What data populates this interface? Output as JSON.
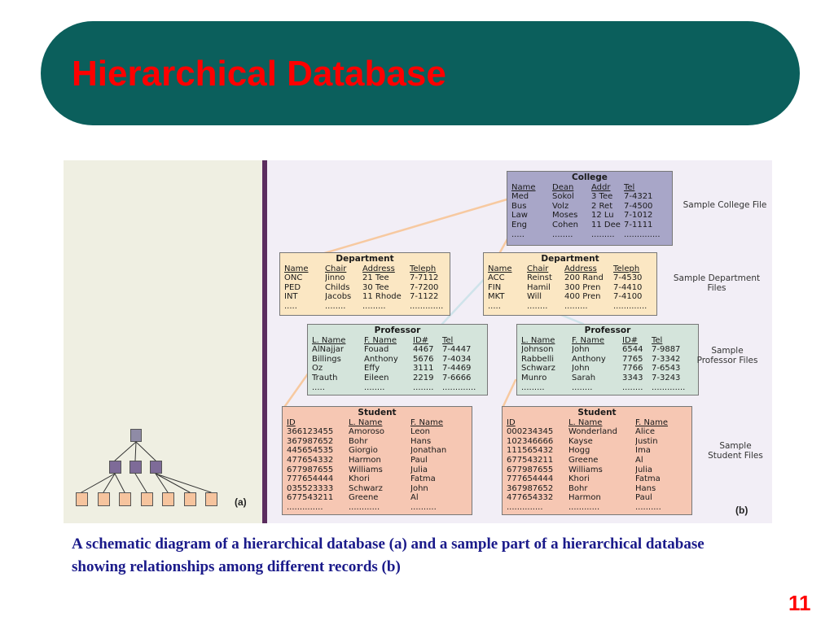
{
  "slide": {
    "title": "Hierarchical Database",
    "caption": "A schematic diagram of a hierarchical database (a) and a sample part of a hierarchical database showing relationships among different records (b)",
    "number": "11"
  },
  "figure": {
    "label_a": "(a)",
    "label_b": "(b)",
    "side_labels": {
      "college": "Sample College File",
      "department": "Sample Department Files",
      "professor": "Sample Professor Files",
      "student": "Sample Student Files"
    },
    "college": {
      "title": "College",
      "columns": [
        "Name",
        "Dean",
        "Addr",
        "Tel"
      ],
      "rows": [
        [
          "Med",
          "Sokol",
          "3 Tee",
          "7-4321"
        ],
        [
          "Bus",
          "Volz",
          "2 Ret",
          "7-4500"
        ],
        [
          "Law",
          "Moses",
          "12 Lu",
          "7-1012"
        ],
        [
          "Eng",
          "Cohen",
          "11 Dee",
          "7-1111"
        ],
        [
          ".....",
          "........",
          ".........",
          ".............."
        ]
      ]
    },
    "department_left": {
      "title": "Department",
      "columns": [
        "Name",
        "Chair",
        "Address",
        "Teleph"
      ],
      "rows": [
        [
          "ONC",
          "Jinno",
          "21 Tee",
          "7-7112"
        ],
        [
          "PED",
          "Childs",
          "30 Tee",
          "7-7200"
        ],
        [
          "INT",
          "Jacobs",
          "11 Rhode",
          "7-1122"
        ],
        [
          ".....",
          "........",
          ".........",
          "............."
        ]
      ]
    },
    "department_right": {
      "title": "Department",
      "columns": [
        "Name",
        "Chair",
        "Address",
        "Teleph"
      ],
      "rows": [
        [
          "ACC",
          "Reinst",
          "200 Rand",
          "7-4530"
        ],
        [
          "FIN",
          "Hamil",
          "300 Pren",
          "7-4410"
        ],
        [
          "MKT",
          "Will",
          "400 Pren",
          "7-4100"
        ],
        [
          ".....",
          "........",
          ".........",
          "............."
        ]
      ]
    },
    "professor_left": {
      "title": "Professor",
      "columns": [
        "L. Name",
        "F. Name",
        "ID#",
        "Tel"
      ],
      "rows": [
        [
          "AlNajjar",
          "Fouad",
          "4467",
          "7-4447"
        ],
        [
          "Billings",
          "Anthony",
          "5676",
          "7-4034"
        ],
        [
          "Oz",
          "Effy",
          "3111",
          "7-4469"
        ],
        [
          "Trauth",
          "Eileen",
          "2219",
          "7-6666"
        ],
        [
          ".....",
          "........",
          "........",
          "............."
        ]
      ]
    },
    "professor_right": {
      "title": "Professor",
      "columns": [
        "L. Name",
        "F. Name",
        "ID#",
        "Tel"
      ],
      "rows": [
        [
          "Johnson",
          "John",
          "6544",
          "7-9887"
        ],
        [
          "Rabbelli",
          "Anthony",
          "7765",
          "7-3342"
        ],
        [
          "Schwarz",
          "John",
          "7766",
          "7-6543"
        ],
        [
          "Munro",
          "Sarah",
          "3343",
          "7-3243"
        ],
        [
          ".........",
          "........",
          "........",
          "............."
        ]
      ]
    },
    "student_left": {
      "title": "Student",
      "columns": [
        "ID",
        "L. Name",
        "F. Name"
      ],
      "rows": [
        [
          "366123455",
          "Amoroso",
          "Leon"
        ],
        [
          "367987652",
          "Bohr",
          "Hans"
        ],
        [
          "445654535",
          "Giorgio",
          "Jonathan"
        ],
        [
          "477654332",
          "Harmon",
          "Paul"
        ],
        [
          "677987655",
          "Williams",
          "Julia"
        ],
        [
          "777654444",
          "Khori",
          "Fatma"
        ],
        [
          "035523333",
          "Schwarz",
          "John"
        ],
        [
          "677543211",
          "Greene",
          "Al"
        ],
        [
          "..............",
          "............",
          ".........."
        ]
      ]
    },
    "student_right": {
      "title": "Student",
      "columns": [
        "ID",
        "L. Name",
        "F. Name"
      ],
      "rows": [
        [
          "000234345",
          "Wonderland",
          "Alice"
        ],
        [
          "102346666",
          "Kayse",
          "Justin"
        ],
        [
          "111565432",
          "Hogg",
          "Ima"
        ],
        [
          "677543211",
          "Greene",
          "Al"
        ],
        [
          "677987655",
          "Williams",
          "Julia"
        ],
        [
          "777654444",
          "Khori",
          "Fatma"
        ],
        [
          "367987652",
          "Bohr",
          "Hans"
        ],
        [
          "477654332",
          "Harmon",
          "Paul"
        ],
        [
          "..............",
          "............",
          ".........."
        ]
      ]
    }
  },
  "colors": {
    "title_bar": "#0b5f5c",
    "title_text": "#ff0000",
    "caption_text": "#1a1a8a",
    "college_fill": "#a8a6c8",
    "department_fill": "#fbe7c3",
    "professor_fill": "#d4e4db",
    "student_fill": "#f6c7b3",
    "link_orange": "#f7c9a0",
    "link_blue": "#cfe3ea"
  }
}
